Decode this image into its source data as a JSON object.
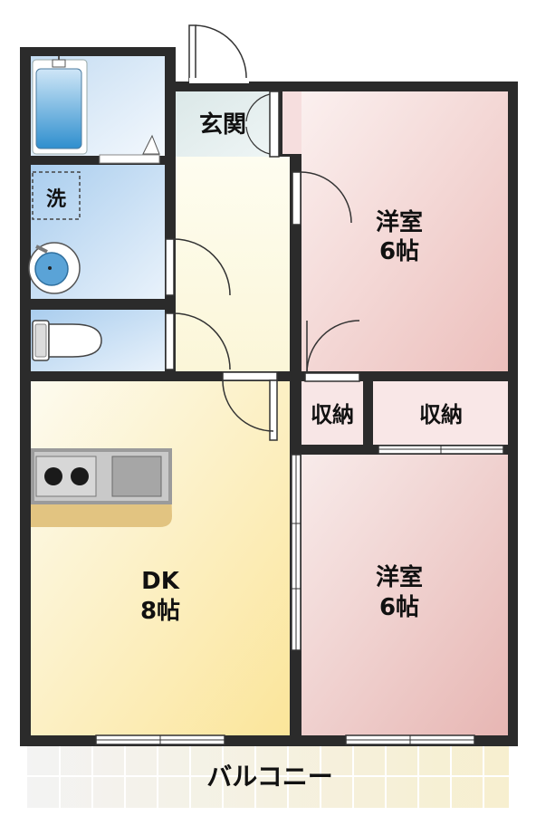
{
  "rooms": {
    "genkan": "玄関",
    "wash": "洗",
    "western1_name": "洋室",
    "western1_size": "6帖",
    "closet1": "収納",
    "closet2": "収納",
    "dk_name": "DK",
    "dk_size": "8帖",
    "western2_name": "洋室",
    "western2_size": "6帖",
    "balcony": "バルコニー"
  }
}
